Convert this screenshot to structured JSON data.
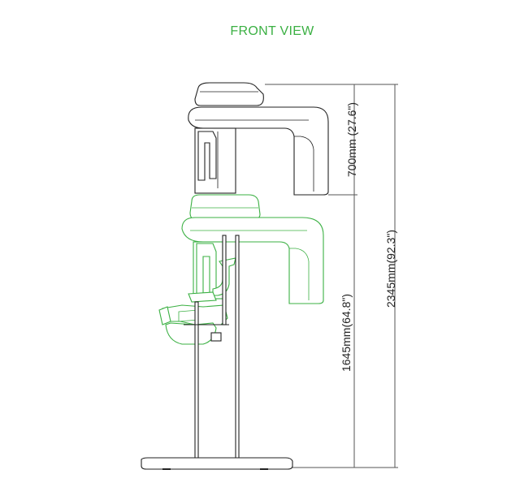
{
  "title": "FRONT VIEW",
  "dimensions": {
    "top_section": "700mm (27.6\")",
    "total_height": "2345mm(92.3\")",
    "lowered_height": "1645mm(64.8\")"
  },
  "colors": {
    "title": "#3bb043",
    "outline_dark": "#222222",
    "outline_green": "#3bb043"
  }
}
